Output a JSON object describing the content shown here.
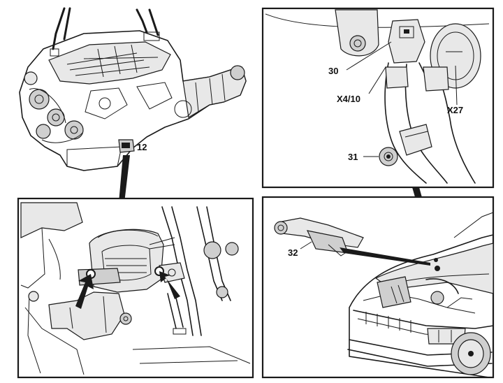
{
  "callouts": {
    "engine_mount_ref": "12",
    "connector_a": "30",
    "connector_b": "X4/10",
    "connector_c": "X27",
    "ground_bolt": "31",
    "cover_part": "32"
  },
  "colors": {
    "ink": "#1a1a1a",
    "paper": "#ffffff",
    "shade": "#cfcfcf"
  }
}
